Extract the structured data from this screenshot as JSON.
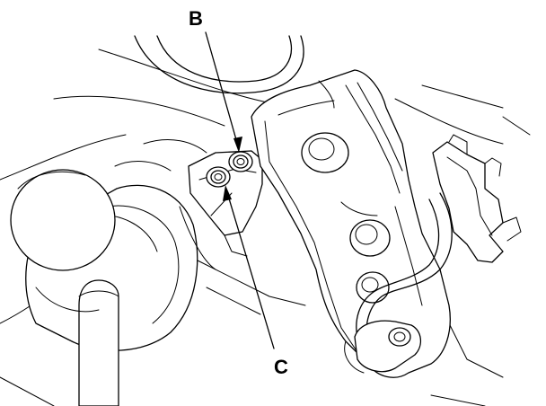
{
  "callouts": [
    {
      "id": "B",
      "label": "B"
    },
    {
      "id": "C",
      "label": "C"
    }
  ],
  "colors": {
    "line": "#000000",
    "background": "#ffffff"
  }
}
